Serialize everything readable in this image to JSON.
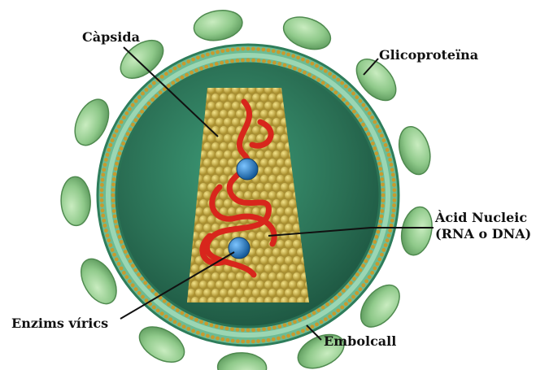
{
  "labels": {
    "capsida": "Càpsida",
    "glicoproteina": "Glicoproteïna",
    "acid_line1": "Àcid Nucleic",
    "acid_line2": "(RNA o DNA)",
    "enzims": "Enzims vírics",
    "embolcall": "Embolcall"
  },
  "colors": {
    "glycoprotein": "#8fc98a",
    "envelope": "#3f8f6e",
    "interior": "#2f7a5a",
    "capsid": "#c9b24a",
    "nucleic_acid": "#d8261c",
    "enzyme": "#1f6fb5"
  }
}
